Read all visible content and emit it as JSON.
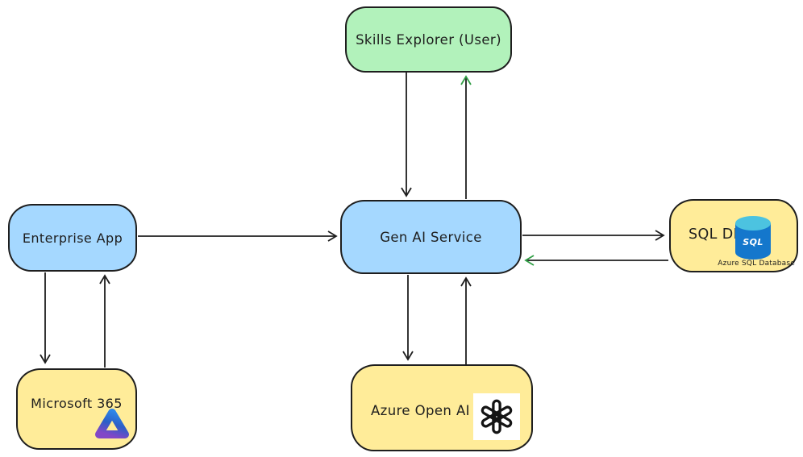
{
  "diagram": {
    "background": "#ffffff",
    "nodes": {
      "skills_explorer": {
        "label": "Skills Explorer (User)",
        "fill": "#b2f2bb"
      },
      "enterprise_app": {
        "label": "Enterprise App",
        "fill": "#a5d8ff"
      },
      "gen_ai_service": {
        "label": "Gen AI Service",
        "fill": "#a5d8ff"
      },
      "sql_db": {
        "label": "SQL DB",
        "caption": "Azure SQL Database",
        "icon": "azure-sql-database-icon",
        "icon_label": "SQL",
        "fill": "#ffec99"
      },
      "microsoft_365": {
        "label": "Microsoft 365",
        "icon": "microsoft-365-icon",
        "fill": "#ffec99"
      },
      "azure_open_ai": {
        "label": "Azure Open AI",
        "icon": "openai-icon",
        "fill": "#ffec99"
      }
    },
    "edges": [
      {
        "from": "skills_explorer",
        "to": "gen_ai_service",
        "color": "#1e1e1e"
      },
      {
        "from": "gen_ai_service",
        "to": "skills_explorer",
        "color": "#2f9e44"
      },
      {
        "from": "enterprise_app",
        "to": "gen_ai_service",
        "color": "#1e1e1e"
      },
      {
        "from": "enterprise_app",
        "to": "microsoft_365",
        "color": "#1e1e1e"
      },
      {
        "from": "microsoft_365",
        "to": "enterprise_app",
        "color": "#1e1e1e"
      },
      {
        "from": "gen_ai_service",
        "to": "azure_open_ai",
        "color": "#1e1e1e"
      },
      {
        "from": "azure_open_ai",
        "to": "gen_ai_service",
        "color": "#1e1e1e"
      },
      {
        "from": "gen_ai_service",
        "to": "sql_db",
        "color": "#1e1e1e"
      },
      {
        "from": "sql_db",
        "to": "gen_ai_service",
        "color": "#2f9e44"
      }
    ],
    "colors": {
      "stroke": "#1e1e1e",
      "arrow_black": "#1e1e1e",
      "arrow_green": "#2f9e44",
      "fill_green": "#b2f2bb",
      "fill_blue": "#a5d8ff",
      "fill_yellow": "#ffec99",
      "sql_cylinder_top": "#4cc3e0",
      "sql_cylinder_body": "#1477cc"
    }
  }
}
